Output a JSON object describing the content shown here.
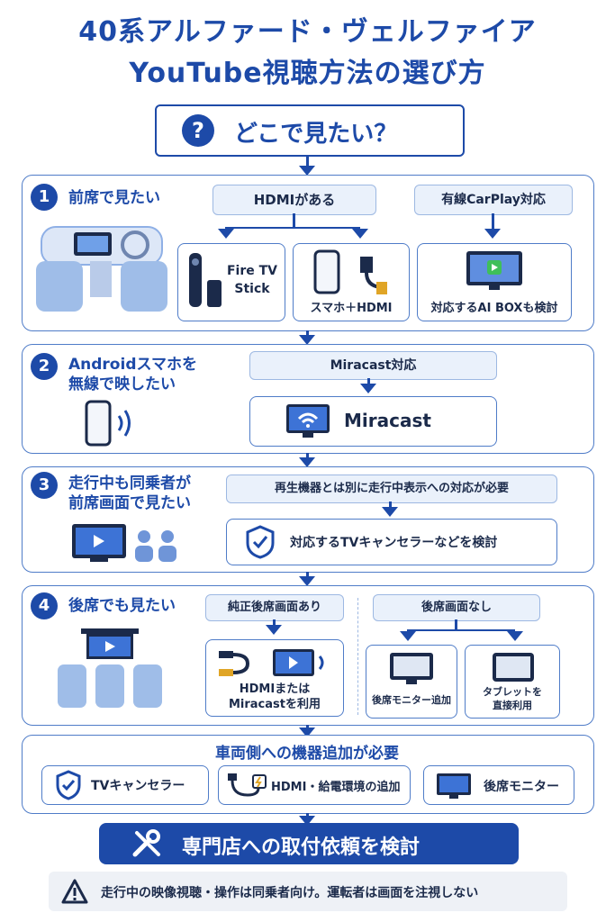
{
  "title": {
    "line1": "40系アルファード・ヴェルファイア",
    "line2": "YouTube視聴方法の選び方"
  },
  "question": {
    "icon": "?",
    "text": "どこで見たい？"
  },
  "s1": {
    "num": "1",
    "title": "前席で見たい",
    "hdmi_pill": "HDMIがある",
    "carplay_pill": "有線CarPlay対応",
    "firetv": "Fire TV\nStick",
    "phone_hdmi": "スマホ＋HDMI",
    "aibox": "対応するAI BOXも検討"
  },
  "s2": {
    "num": "2",
    "title": "Androidスマホを\n無線で映したい",
    "pill": "Miracast対応",
    "miracast": "Miracast"
  },
  "s3": {
    "num": "3",
    "title": "走行中も同乗者が\n前席画面で見たい",
    "pill": "再生機器とは別に走行中表示への対応が必要",
    "canceller": "対応するTVキャンセラーなどを検討"
  },
  "s4": {
    "num": "4",
    "title": "後席でも見たい",
    "genuine_pill": "純正後席画面あり",
    "none_pill": "後席画面なし",
    "hdmi_miracast": "HDMIまたは\nMiracastを利用",
    "rear_monitor": "後席モニター追加",
    "tablet": "タブレットを\n直接利用"
  },
  "s5": {
    "title": "車両側への機器追加が必要",
    "tv_canceller": "TVキャンセラー",
    "hdmi_power": "HDMI・給電環境の追加",
    "rear_monitor": "後席モニター"
  },
  "cta": "専門店への取付依頼を検討",
  "warning": "走行中の映像視聴・操作は同乗者向け。運転者は画面を注視しない",
  "colors": {
    "primary": "#1d4aa8",
    "border": "#4f7cc8",
    "light": "#eaf1fb",
    "icon_blue": "#8fb0e6"
  }
}
